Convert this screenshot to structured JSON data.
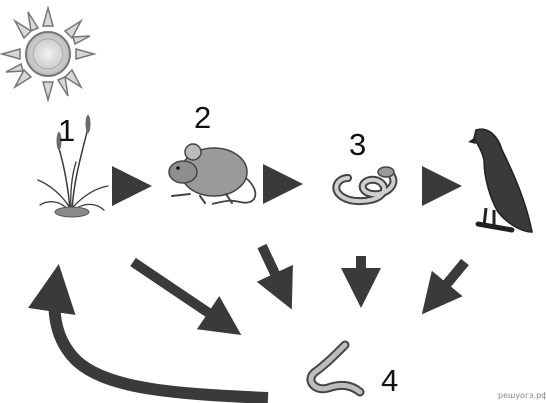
{
  "labels": {
    "plant": "1",
    "mouse": "2",
    "snake": "3",
    "worm": "4"
  },
  "organisms": {
    "sun": "sun-icon",
    "plant": "plant-icon",
    "mouse": "mouse-icon",
    "snake": "snake-icon",
    "hawk": "hawk-icon",
    "worm": "earthworm-icon"
  },
  "watermark": "решуогэ.рф",
  "colors": {
    "arrow": "#3a3a3a",
    "ink": "#1a1a1a"
  }
}
